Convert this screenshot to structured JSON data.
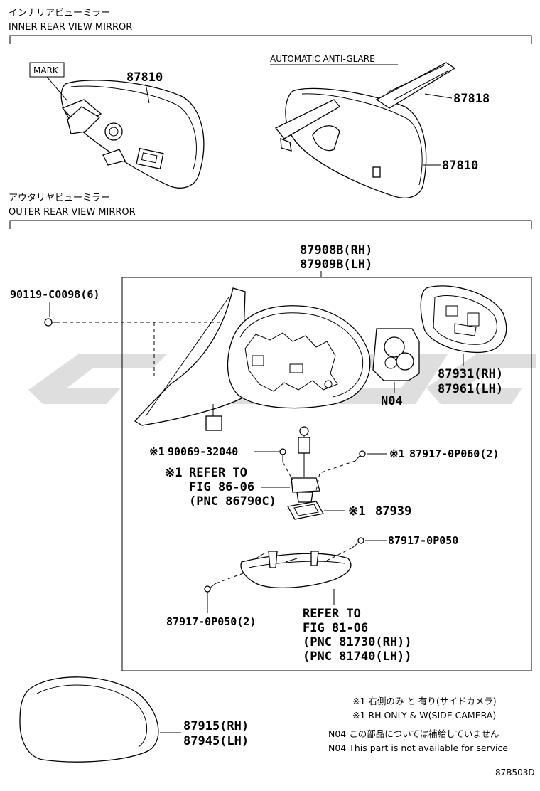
{
  "sections": {
    "inner": {
      "title_jp": "インナリアビューミラー",
      "title_en": "INNER REAR VIEW MIRROR"
    },
    "outer": {
      "title_jp": "アウタリヤビューミラー",
      "title_en": "OUTER REAR VIEW MIRROR"
    }
  },
  "inner_labels": {
    "mark": "MARK",
    "mirror_a": "87810",
    "auto_anti_glare": "AUTOMATIC ANTI-GLARE",
    "bracket": "87818",
    "mirror_b": "87810"
  },
  "outer_labels": {
    "assy_rh": "87908B(RH)",
    "assy_lh": "87909B(LH)",
    "screw": "90119-C0098(6)",
    "glass_rh": "87931(RH)",
    "glass_lh": "87961(LH)",
    "motor": "N04",
    "bolt_side": "90069-32040",
    "bolt_side_mark": "※1",
    "refer1_mark": "※1",
    "refer1_l1": "REFER TO",
    "refer1_l2": "FIG 86-06",
    "refer1_l3": "(PNC 86790C)",
    "screw2": "87917-0P060(2)",
    "screw2_mark": "※1",
    "camera_cover": "87939",
    "camera_cover_mark": "※1",
    "screw3": "87917-0P050",
    "screw4": "87917-0P050(2)",
    "refer2_l1": "REFER TO",
    "refer2_l2": "FIG 81-06",
    "refer2_l3": "(PNC 81730(RH))",
    "refer2_l4": "(PNC 81740(LH))",
    "cover_rh": "87915(RH)",
    "cover_lh": "87945(LH)"
  },
  "notes": {
    "n1_jp": "※1 右側のみ と 有り(サイドカメラ)",
    "n1_en": "※1 RH ONLY & W(SIDE CAMERA)",
    "n2_jp": "N04 この部品については補給していません",
    "n2_en": "N04 This part is not available for service"
  },
  "figure_code": "87B503D",
  "watermark": {
    "text": "CDGO",
    "color": "#8a8a8a"
  }
}
